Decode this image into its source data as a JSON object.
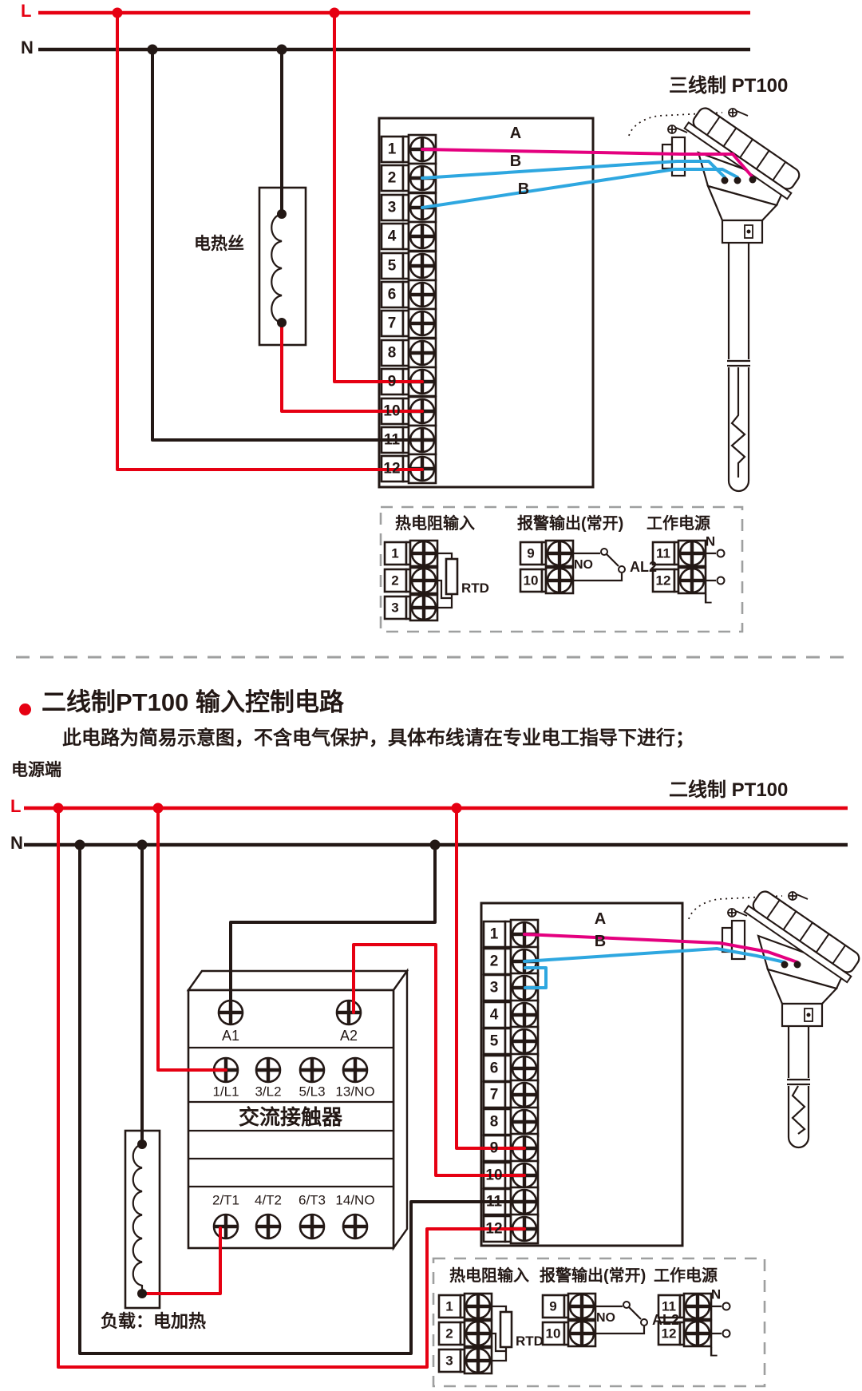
{
  "colors": {
    "line_l": "#e60012",
    "line_n": "#231815",
    "wire_a": "#e4007f",
    "wire_b": "#2ea7e0",
    "dash_gray": "#9e9f9f"
  },
  "top": {
    "l_label": "L",
    "n_label": "N",
    "heater_label": "电热丝",
    "sensor_label": "三线制 PT100",
    "wire_a": "A",
    "wire_b1": "B",
    "wire_b2": "B",
    "terminals": [
      "1",
      "2",
      "3",
      "4",
      "5",
      "6",
      "7",
      "8",
      "9",
      "10",
      "11",
      "12"
    ],
    "legend": {
      "rtd_title": "热电阻输入",
      "rtd_terminals": [
        "1",
        "2",
        "3"
      ],
      "rtd_label": "RTD",
      "alarm_title": "报警输出(常开)",
      "alarm_terminals": [
        "9",
        "10"
      ],
      "no_label": "NO",
      "al2_label": "AL2",
      "power_title": "工作电源",
      "power_terminals": [
        "11",
        "12"
      ],
      "n_label": "N",
      "l_label": "L"
    }
  },
  "heading": {
    "title": "二线制PT100 输入控制电路",
    "subtitle": "此电路为简易示意图，不含电气保护，具体布线请在专业电工指导下进行；"
  },
  "bottom": {
    "power_side_label": "电源端",
    "l_label": "L",
    "n_label": "N",
    "contactor": {
      "coil": [
        "A1",
        "A2"
      ],
      "inputs": [
        "1/L1",
        "3/L2",
        "5/L3",
        "13/NO"
      ],
      "name": "交流接触器",
      "outputs": [
        "2/T1",
        "4/T2",
        "6/T3",
        "14/NO"
      ]
    },
    "load_label": "负载：电加热",
    "sensor_label": "二线制 PT100",
    "wire_a": "A",
    "wire_b": "B",
    "terminals": [
      "1",
      "2",
      "3",
      "4",
      "5",
      "6",
      "7",
      "8",
      "9",
      "10",
      "11",
      "12"
    ],
    "legend": {
      "rtd_title": "热电阻输入",
      "rtd_terminals": [
        "1",
        "2",
        "3"
      ],
      "rtd_label": "RTD",
      "alarm_title": "报警输出(常开)",
      "alarm_terminals": [
        "9",
        "10"
      ],
      "no_label": "NO",
      "al2_label": "AL2",
      "power_title": "工作电源",
      "power_terminals": [
        "11",
        "12"
      ],
      "n_label": "N",
      "l_label": "L"
    }
  }
}
